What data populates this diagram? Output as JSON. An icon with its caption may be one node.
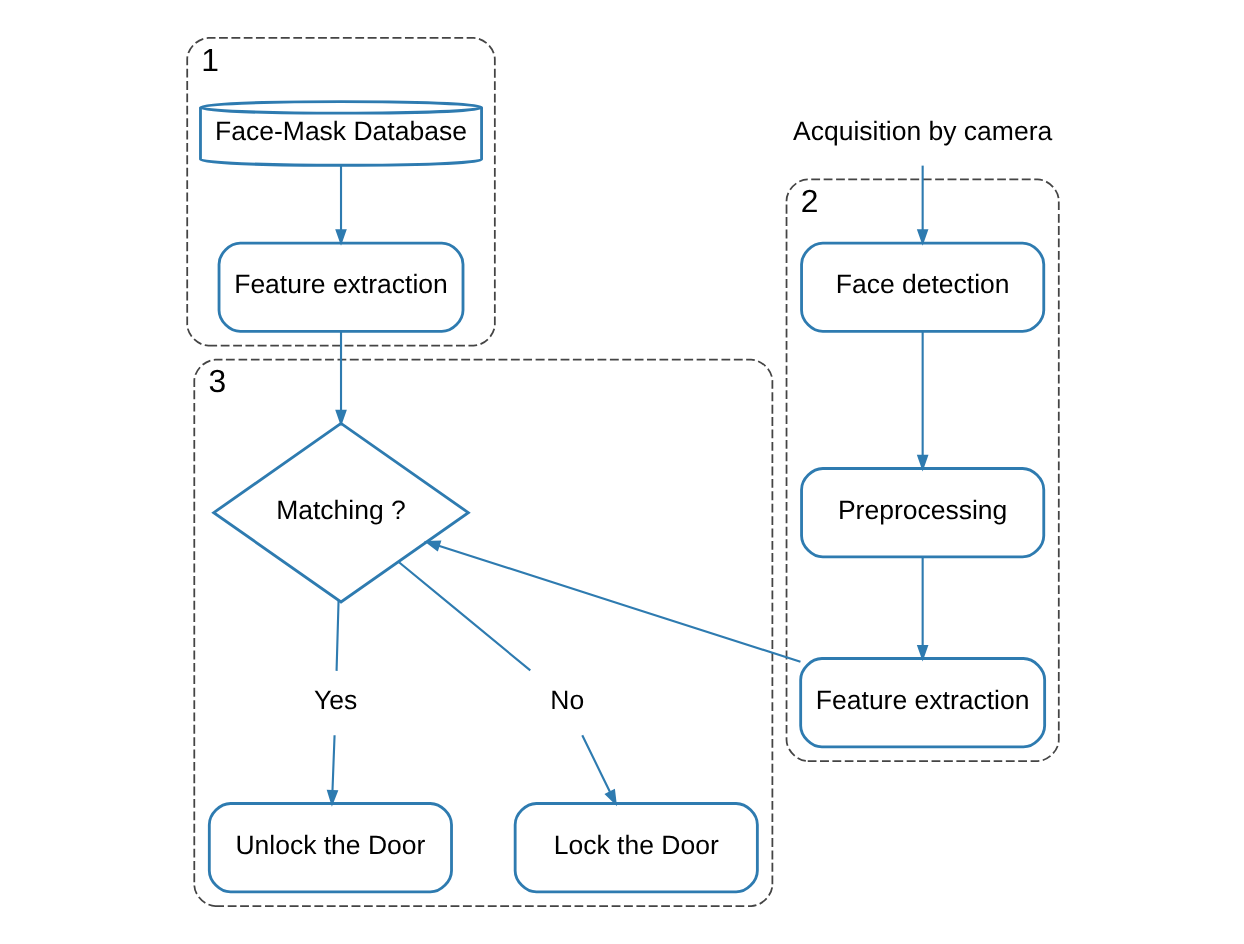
{
  "diagram": {
    "nodes": [
      {
        "text": [
          "1"
        ]
      },
      {
        "text": [
          "Face-Mask Database"
        ],
        "in": 0
      },
      {
        "text": [
          "Feature extraction"
        ],
        "in": 0
      },
      {
        "text": [
          "Acquisition by camera"
        ]
      },
      {
        "text": [
          "2"
        ]
      },
      {
        "text": [
          "Face detection"
        ],
        "in": 4
      },
      {
        "text": [
          "Preprocessing"
        ],
        "in": 4
      },
      {
        "text": [
          "Feature extraction"
        ],
        "in": 4
      },
      {
        "text": [
          "3"
        ]
      },
      {
        "text": [
          "Matching ?"
        ],
        "in": 8
      },
      {
        "text": [
          "Yes"
        ],
        "in": 8
      },
      {
        "text": [
          "Unlock the Door"
        ],
        "in": 8
      },
      {
        "text": [
          "No"
        ],
        "in": 8
      },
      {
        "text": [
          "Lock the Door"
        ],
        "in": 8
      }
    ],
    "edges": [
      {
        "from": 1,
        "to": 2,
        "arrow": "to"
      },
      {
        "from": 2,
        "to": 9,
        "arrow": "to"
      },
      {
        "from": 3,
        "to": 5,
        "arrow": "to"
      },
      {
        "from": 5,
        "to": 6,
        "arrow": "to"
      },
      {
        "from": 6,
        "to": 7,
        "arrow": "to"
      },
      {
        "from": 7,
        "to": 9,
        "arrow": "to"
      },
      {
        "from": 9,
        "to": 10,
        "arrow": "none"
      },
      {
        "from": 10,
        "to": 11,
        "arrow": "to"
      },
      {
        "from": 9,
        "to": 12,
        "arrow": "none"
      },
      {
        "from": 12,
        "to": 13,
        "arrow": "to"
      }
    ]
  }
}
